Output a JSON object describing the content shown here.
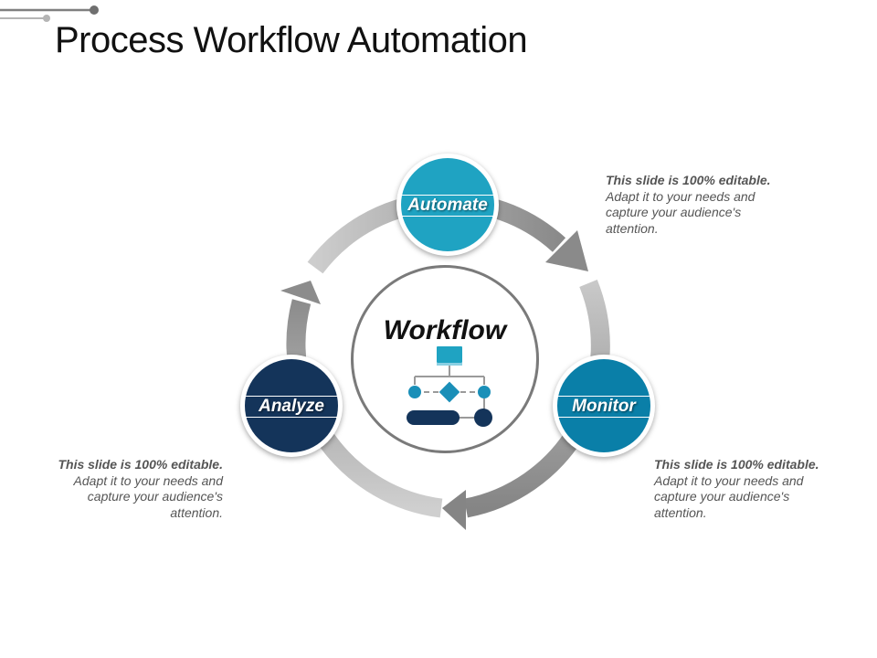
{
  "title": "Process Workflow Automation",
  "colors": {
    "automate": "#1fa3c2",
    "monitor": "#0a7fa8",
    "analyze": "#14345a",
    "arrow_dark": "#8e8e8e",
    "arrow_light": "#c4c4c4"
  },
  "center": {
    "label": "Workflow",
    "icon": "workflow-flowchart-icon"
  },
  "nodes": [
    {
      "label": "Automate"
    },
    {
      "label": "Monitor"
    },
    {
      "label": "Analyze"
    }
  ],
  "notes": [
    {
      "heading": "This slide is 100% editable.",
      "body": "Adapt it to your needs and capture your audience's attention."
    },
    {
      "heading": "This slide is 100% editable.",
      "body": "Adapt it to your needs and capture your audience's attention."
    },
    {
      "heading": "This slide is 100% editable.",
      "body": "Adapt it to your needs and capture your audience's attention."
    }
  ]
}
